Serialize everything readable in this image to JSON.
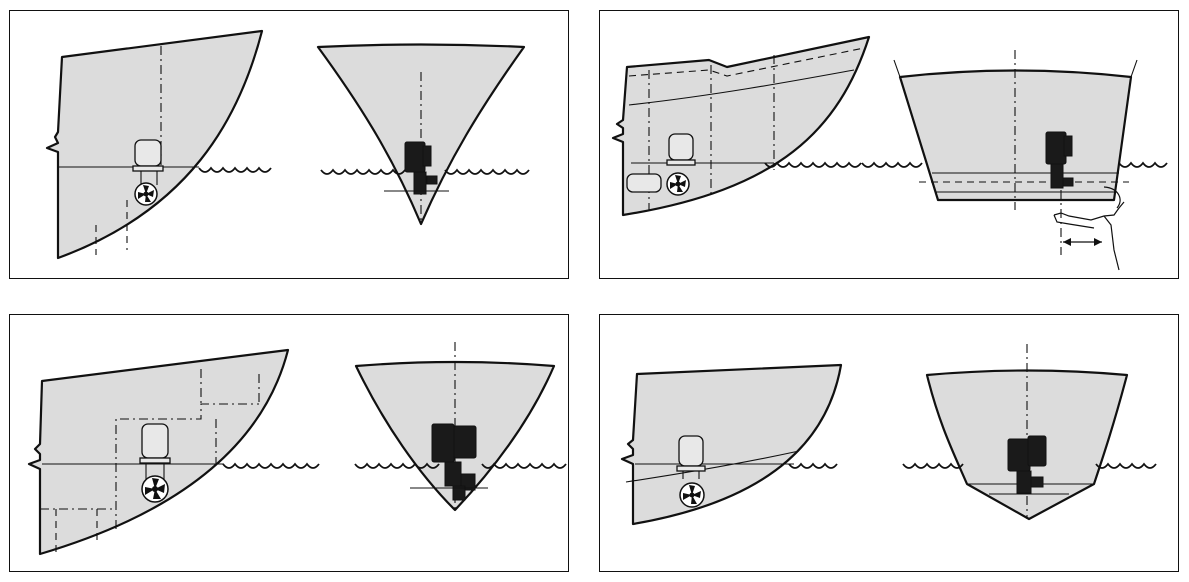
{
  "figure": {
    "description_text": "",
    "panels": [
      {
        "id": "p1",
        "position": "top-left",
        "views": [
          "side-profile",
          "front-section"
        ],
        "thruster": "single"
      },
      {
        "id": "p2",
        "position": "top-right",
        "views": [
          "side-profile",
          "front-section"
        ],
        "thruster": "single",
        "extra": "hand-with-measuring-arrow"
      },
      {
        "id": "p3",
        "position": "bottom-left",
        "views": [
          "side-profile",
          "front-section"
        ],
        "thruster": "single"
      },
      {
        "id": "p4",
        "position": "bottom-right",
        "views": [
          "side-profile",
          "front-section"
        ],
        "thruster": "single"
      }
    ]
  },
  "colors": {
    "hull_fill": "#dcdcdc",
    "line": "#111111",
    "motor": "#1a1a1a",
    "background": "#ffffff"
  },
  "icons": [
    "propeller-icon",
    "motor-icon",
    "hand-icon",
    "double-arrow-icon",
    "waterline-wave-icon"
  ]
}
